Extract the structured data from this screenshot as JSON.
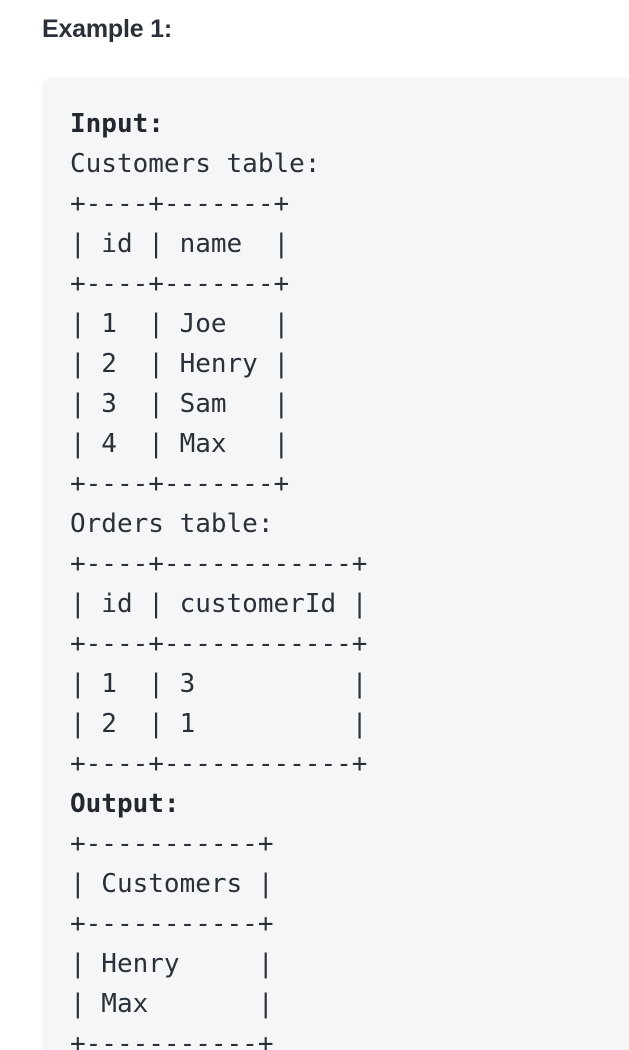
{
  "heading": {
    "text": "Example 1:"
  },
  "colors": {
    "page_background": "#ffffff",
    "code_background": "#f5f6f8",
    "text": "#2a3038",
    "heading_text": "#2a3038"
  },
  "code_block": {
    "input_label": "Input:",
    "output_label": "Output:",
    "customers_caption": "Customers table:",
    "orders_caption": "Orders table:",
    "customers_table": {
      "separator": "+----+-------+",
      "header": "| id | name  |",
      "rows": [
        "| 1  | Joe   |",
        "| 2  | Henry |",
        "| 3  | Sam   |",
        "| 4  | Max   |"
      ],
      "columns": [
        "id",
        "name"
      ],
      "data": [
        {
          "id": "1",
          "name": "Joe"
        },
        {
          "id": "2",
          "name": "Henry"
        },
        {
          "id": "3",
          "name": "Sam"
        },
        {
          "id": "4",
          "name": "Max"
        }
      ]
    },
    "orders_table": {
      "separator": "+----+------------+",
      "header": "| id | customerId |",
      "rows": [
        "| 1  | 3          |",
        "| 2  | 1          |"
      ],
      "columns": [
        "id",
        "customerId"
      ],
      "data": [
        {
          "id": "1",
          "customerId": "3"
        },
        {
          "id": "2",
          "customerId": "1"
        }
      ]
    },
    "output_table": {
      "separator": "+-----------+",
      "header": "| Customers |",
      "rows": [
        "| Henry     |",
        "| Max       |"
      ],
      "columns": [
        "Customers"
      ],
      "data": [
        {
          "Customers": "Henry"
        },
        {
          "Customers": "Max"
        }
      ]
    },
    "lines": [
      {
        "kind": "label",
        "text": "Input:"
      },
      {
        "kind": "text",
        "text": "Customers table:"
      },
      {
        "kind": "text",
        "text": "+----+-------+"
      },
      {
        "kind": "text",
        "text": "| id | name  |"
      },
      {
        "kind": "text",
        "text": "+----+-------+"
      },
      {
        "kind": "text",
        "text": "| 1  | Joe   |"
      },
      {
        "kind": "text",
        "text": "| 2  | Henry |"
      },
      {
        "kind": "text",
        "text": "| 3  | Sam   |"
      },
      {
        "kind": "text",
        "text": "| 4  | Max   |"
      },
      {
        "kind": "text",
        "text": "+----+-------+"
      },
      {
        "kind": "text",
        "text": "Orders table:"
      },
      {
        "kind": "text",
        "text": "+----+------------+"
      },
      {
        "kind": "text",
        "text": "| id | customerId |"
      },
      {
        "kind": "text",
        "text": "+----+------------+"
      },
      {
        "kind": "text",
        "text": "| 1  | 3          |"
      },
      {
        "kind": "text",
        "text": "| 2  | 1          |"
      },
      {
        "kind": "text",
        "text": "+----+------------+"
      },
      {
        "kind": "label",
        "text": "Output:"
      },
      {
        "kind": "text",
        "text": "+-----------+"
      },
      {
        "kind": "text",
        "text": "| Customers |"
      },
      {
        "kind": "text",
        "text": "+-----------+"
      },
      {
        "kind": "text",
        "text": "| Henry     |"
      },
      {
        "kind": "text",
        "text": "| Max       |"
      },
      {
        "kind": "text",
        "text": "+-----------+"
      }
    ]
  }
}
